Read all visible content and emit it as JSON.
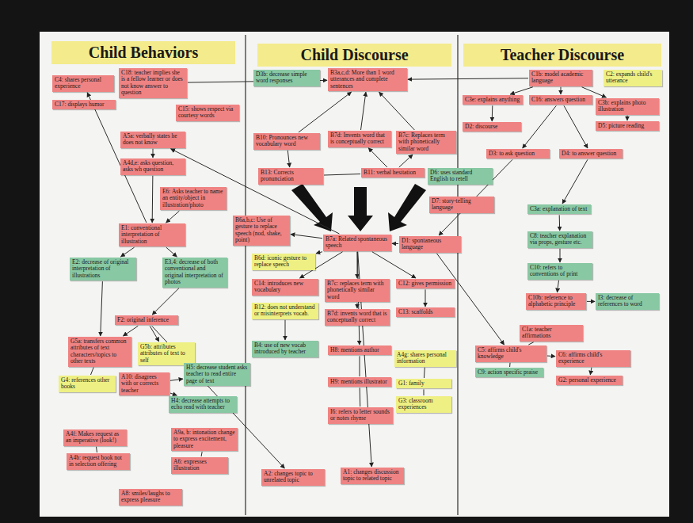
{
  "diagram": {
    "nodes": [
      {
        "text": [
          "Child Behaviors"
        ]
      },
      {
        "text": [
          "Child Discourse"
        ]
      },
      {
        "text": [
          "Teacher Discourse"
        ]
      },
      {
        "text": [
          "C4: shares personal experience"
        ]
      },
      {
        "text": [
          "C18: teacher implies she is a fellow learner or does not know answer to question"
        ]
      },
      {
        "text": [
          "C17: displays humor"
        ]
      },
      {
        "text": [
          "C15: shows respect via courtesy words"
        ]
      },
      {
        "text": [
          "A5a: verbally states he does not know"
        ]
      },
      {
        "text": [
          "A4d,e: asks question, asks wh question"
        ]
      },
      {
        "text": [
          "E6: Asks teacher to name an entity/object in illustration/photo"
        ]
      },
      {
        "text": [
          "E1: conventional interpretation of illustration"
        ]
      },
      {
        "text": [
          "E2: decrease of original interpretation of illustrations"
        ]
      },
      {
        "text": [
          "E3,4: decrease of both conventional and original interpretation of photos"
        ]
      },
      {
        "text": [
          "F2: original inference"
        ]
      },
      {
        "text": [
          "G5a: transfers common attributes of text characters/topics to other texts"
        ]
      },
      {
        "text": [
          "G5b: attributes attributes of text to self"
        ]
      },
      {
        "text": [
          "G4: references other books"
        ]
      },
      {
        "text": [
          "A10: disagrees with or corrects teacher"
        ]
      },
      {
        "text": [
          "H5: decrease student asks teacher to read entire page of text"
        ]
      },
      {
        "text": [
          "H4: decrease attempts to echo read with teacher"
        ]
      },
      {
        "text": [
          "A4f: Makes request as an imperative (look!)"
        ]
      },
      {
        "text": [
          "A9a, b: intonation change to express excitement, pleasure"
        ]
      },
      {
        "text": [
          "A4b: request book not in selection offering"
        ]
      },
      {
        "text": [
          "A6: expresses illustration"
        ]
      },
      {
        "text": [
          "A8: smiles/laughs to express pleasure"
        ]
      },
      {
        "text": [
          "D3b: decrease simple word responses"
        ]
      },
      {
        "text": [
          "B3a,c,d: More than 1 word utterances and complete sentences"
        ]
      },
      {
        "text": [
          "B10: Pronounces new vocabulary word"
        ]
      },
      {
        "text": [
          "B7d: Invents word that is conceptually correct"
        ]
      },
      {
        "text": [
          "B7c: Replaces term with phonetically similar word"
        ]
      },
      {
        "text": [
          "B13: Corrects pronunciation"
        ]
      },
      {
        "text": [
          "B11: verbal hesitation"
        ]
      },
      {
        "text": [
          "B6a,b,c: Use of gesture to replace speech (nod, shake, point)"
        ]
      },
      {
        "text": [
          "B7a: Related spontaneous speech"
        ]
      },
      {
        "text": [
          "B6d: iconic gesture to replace speech"
        ]
      },
      {
        "text": [
          "C14: introduces new vocabulary"
        ]
      },
      {
        "text": [
          "B7c: replaces term with phonetically similar word"
        ]
      },
      {
        "text": [
          "C12: gives permission"
        ]
      },
      {
        "text": [
          "B12: does not understand or misinterprets vocab."
        ]
      },
      {
        "text": [
          "B7d: invents word that is conceptually correct"
        ]
      },
      {
        "text": [
          "C13: scaffolds"
        ]
      },
      {
        "text": [
          "B4: use of new vocab introduced by teacher"
        ]
      },
      {
        "text": [
          "H8: mentions author"
        ]
      },
      {
        "text": [
          "A4g: shares personal information"
        ]
      },
      {
        "text": [
          "H9: mentions illustrator"
        ]
      },
      {
        "text": [
          "G1: family"
        ]
      },
      {
        "text": [
          "G3: classroom experiences"
        ]
      },
      {
        "text": [
          "I6: refers to letter sounds or notes rhyme"
        ]
      },
      {
        "text": [
          "A2: changes topic to unrelated topic"
        ]
      },
      {
        "text": [
          "A1: changes discussion topic to related topic"
        ]
      },
      {
        "text": [
          "C1b: model academic language"
        ]
      },
      {
        "text": [
          "C2: expands child's utterance"
        ]
      },
      {
        "text": [
          "C3e: explains anything"
        ]
      },
      {
        "text": [
          "C16: answers question"
        ]
      },
      {
        "text": [
          "C3b: explains photo illustration"
        ]
      },
      {
        "text": [
          "D2: discourse"
        ]
      },
      {
        "text": [
          "D5: picture reading"
        ]
      },
      {
        "text": [
          "D3: to ask question"
        ]
      },
      {
        "text": [
          "D4: to answer question"
        ]
      },
      {
        "text": [
          "D6: uses standard English to retell"
        ]
      },
      {
        "text": [
          "D7: story-telling language"
        ]
      },
      {
        "text": [
          "C3a: explanation of text"
        ]
      },
      {
        "text": [
          "D1: spontaneous language"
        ]
      },
      {
        "text": [
          "C8: teacher explanation via props, gesture etc."
        ]
      },
      {
        "text": [
          "C10: refers to conventions of print"
        ]
      },
      {
        "text": [
          "C10b: reference to alphabetic principle"
        ]
      },
      {
        "text": [
          "I3: decrease of references to word"
        ]
      },
      {
        "text": [
          "C1a: teacher affirmations"
        ]
      },
      {
        "text": [
          "C5: affirms child's knowledge"
        ]
      },
      {
        "text": [
          "C6: affirms child's experience"
        ]
      },
      {
        "text": [
          "C9: action specific praise"
        ]
      },
      {
        "text": [
          "G2: personal experience"
        ]
      }
    ],
    "edges": [
      {
        "from": 4,
        "to": 26,
        "arrow": "to"
      },
      {
        "from": 50,
        "to": 26,
        "arrow": "to"
      },
      {
        "from": 27,
        "to": 26,
        "arrow": "to"
      },
      {
        "from": 28,
        "to": 26,
        "arrow": "to"
      },
      {
        "from": 29,
        "to": 26,
        "arrow": "to"
      },
      {
        "from": 27,
        "to": 30,
        "arrow": "to"
      },
      {
        "from": 31,
        "to": 28,
        "arrow": "to"
      },
      {
        "from": 31,
        "to": 29,
        "arrow": "to"
      },
      {
        "from": 30,
        "to": 31,
        "arrow": "none"
      },
      {
        "from": 50,
        "to": 52,
        "arrow": "to"
      },
      {
        "from": 50,
        "to": 53,
        "arrow": "to"
      },
      {
        "from": 50,
        "to": 54,
        "arrow": "to"
      },
      {
        "from": 52,
        "to": 55,
        "arrow": "to"
      },
      {
        "from": 54,
        "to": 56,
        "arrow": "to"
      },
      {
        "from": 53,
        "to": 57,
        "arrow": "to"
      },
      {
        "from": 53,
        "to": 58,
        "arrow": "to"
      },
      {
        "from": 57,
        "to": 62,
        "arrow": "to"
      },
      {
        "from": 58,
        "to": 61,
        "arrow": "to"
      },
      {
        "from": 61,
        "to": 63,
        "arrow": "to"
      },
      {
        "from": 63,
        "to": 64,
        "arrow": "to"
      },
      {
        "from": 64,
        "to": 65,
        "arrow": "to"
      },
      {
        "from": 65,
        "to": 66,
        "arrow": "to"
      },
      {
        "from": 62,
        "to": 33,
        "arrow": "to"
      },
      {
        "from": 33,
        "to": 32,
        "arrow": "to"
      },
      {
        "from": 33,
        "to": 34,
        "arrow": "to"
      },
      {
        "from": 33,
        "to": 35,
        "arrow": "to"
      },
      {
        "from": 33,
        "to": 36,
        "arrow": "to"
      },
      {
        "from": 33,
        "to": 37,
        "arrow": "to"
      },
      {
        "from": 33,
        "to": 42,
        "arrow": "to"
      },
      {
        "from": 33,
        "to": 49,
        "arrow": "to"
      },
      {
        "from": 33,
        "to": 7,
        "arrow": "to"
      },
      {
        "from": 36,
        "to": 39,
        "arrow": "to"
      },
      {
        "from": 37,
        "to": 40,
        "arrow": "to"
      },
      {
        "from": 38,
        "to": 41,
        "arrow": "to"
      },
      {
        "from": 42,
        "to": 44,
        "arrow": "none"
      },
      {
        "from": 44,
        "to": 47,
        "arrow": "none"
      },
      {
        "from": 43,
        "to": 45,
        "arrow": "none"
      },
      {
        "from": 45,
        "to": 46,
        "arrow": "none"
      },
      {
        "from": 62,
        "to": 68,
        "arrow": "to"
      },
      {
        "from": 68,
        "to": 69,
        "arrow": "to"
      },
      {
        "from": 69,
        "to": 71,
        "arrow": "to"
      },
      {
        "from": 68,
        "to": 70,
        "arrow": "none"
      },
      {
        "from": 67,
        "to": 68,
        "arrow": "none"
      },
      {
        "from": 7,
        "to": 8,
        "arrow": "to"
      },
      {
        "from": 8,
        "to": 10,
        "arrow": "to"
      },
      {
        "from": 9,
        "to": 10,
        "arrow": "to"
      },
      {
        "from": 10,
        "to": 11,
        "arrow": "to"
      },
      {
        "from": 10,
        "to": 12,
        "arrow": "to"
      },
      {
        "from": 12,
        "to": 13,
        "arrow": "to"
      },
      {
        "from": 11,
        "to": 14,
        "arrow": "to"
      },
      {
        "from": 13,
        "to": 14,
        "arrow": "to"
      },
      {
        "from": 13,
        "to": 15,
        "arrow": "to"
      },
      {
        "from": 14,
        "to": 16,
        "arrow": "none"
      },
      {
        "from": 17,
        "to": 18,
        "arrow": "to"
      },
      {
        "from": 17,
        "to": 19,
        "arrow": "to"
      },
      {
        "from": 20,
        "to": 22,
        "arrow": "none"
      },
      {
        "from": 21,
        "to": 23,
        "arrow": "none"
      },
      {
        "from": 10,
        "to": 3,
        "arrow": "to"
      },
      {
        "from": 13,
        "to": 48,
        "arrow": "to"
      }
    ]
  }
}
